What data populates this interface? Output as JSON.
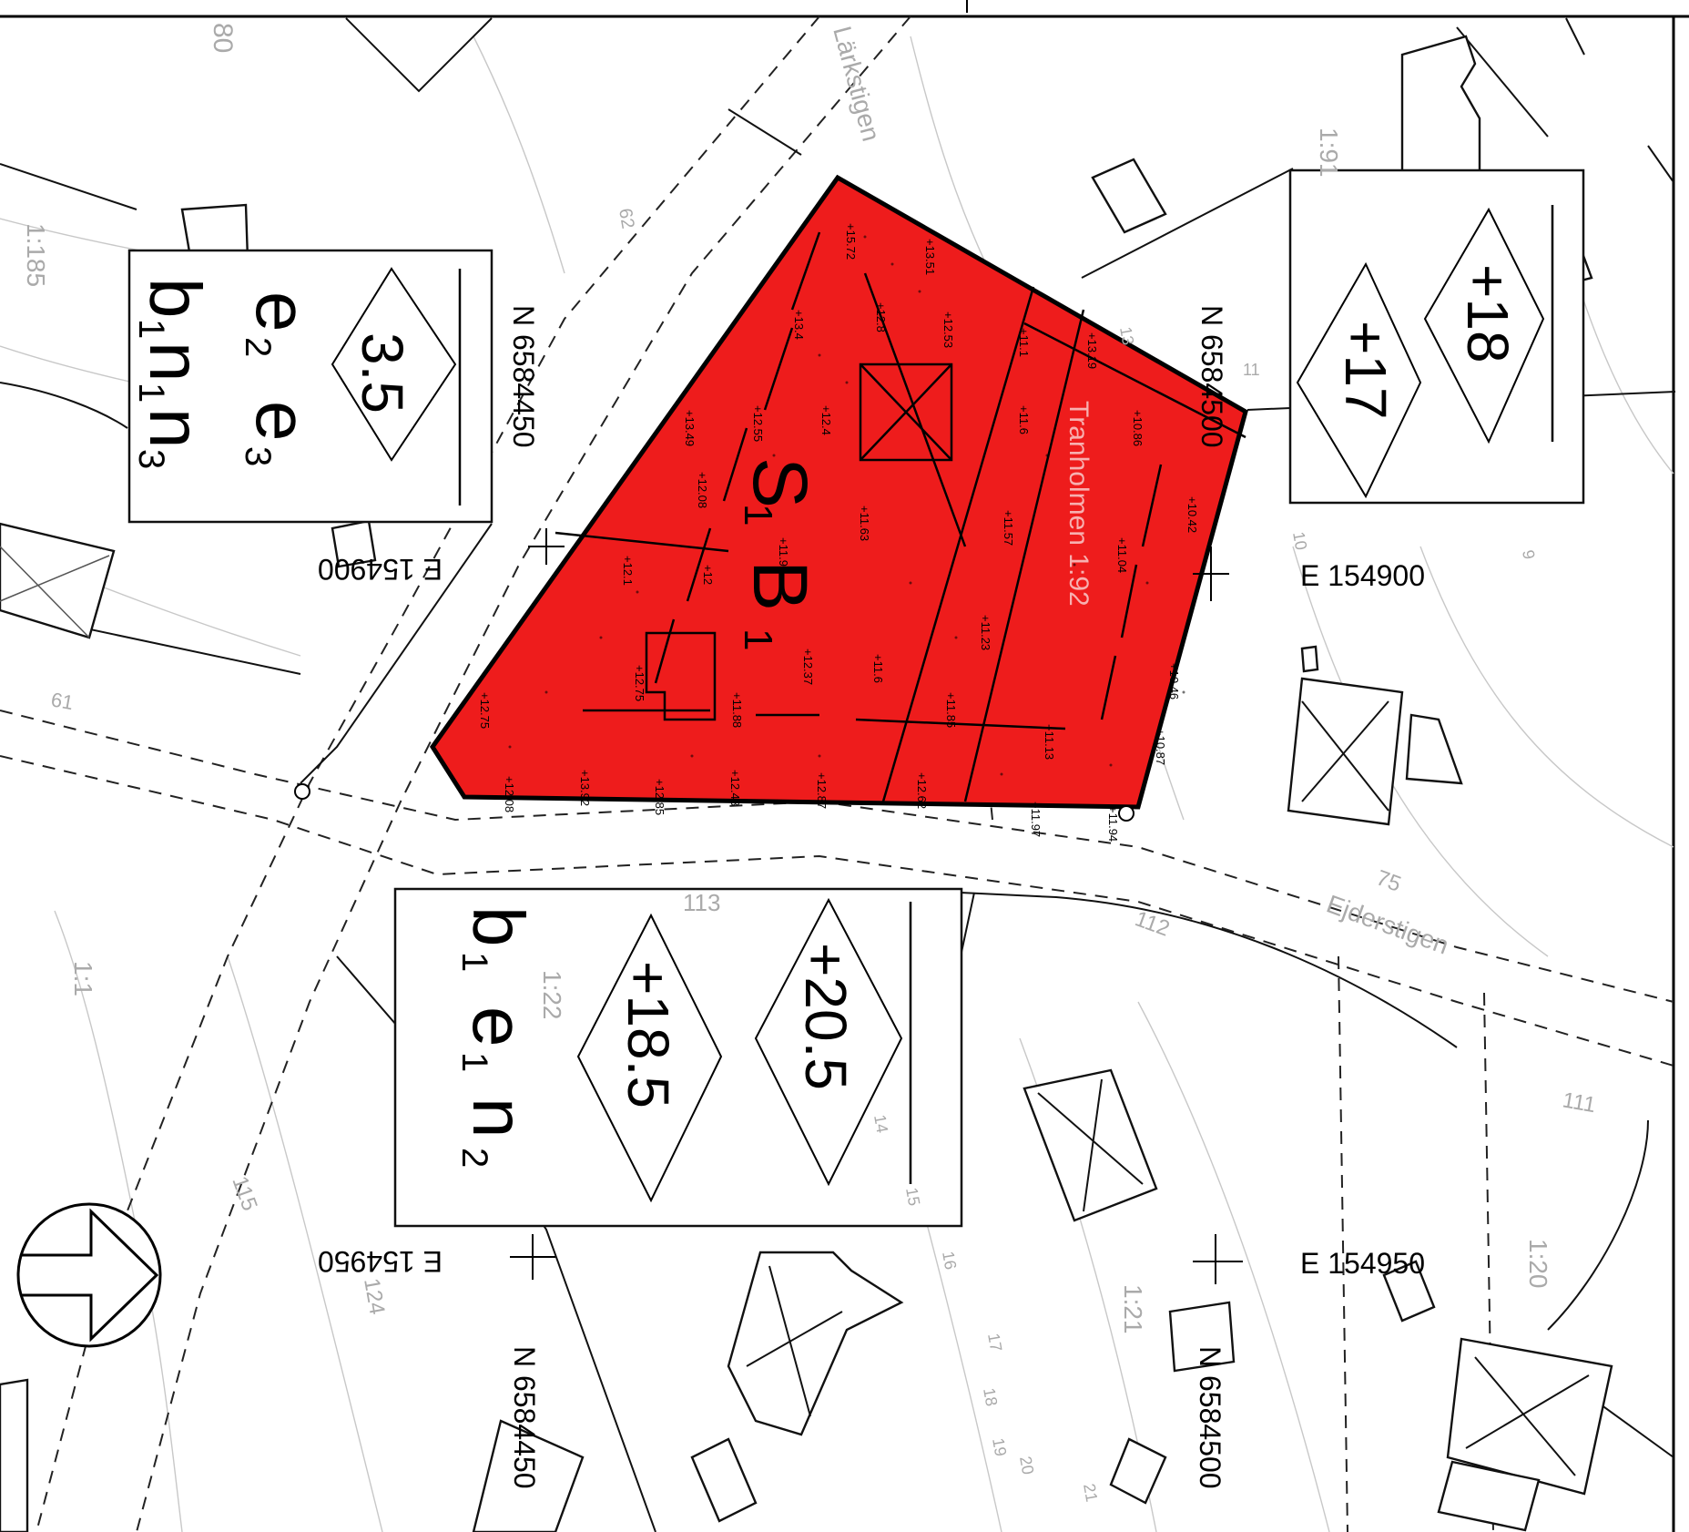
{
  "zone": {
    "label_main": "S",
    "label_sub": "1",
    "label_main2": "B",
    "label_sub2": "1",
    "fill_color": "#ee1c1c"
  },
  "labels": {
    "street_1": "Lärkstigen",
    "street_2": "Ejderstigen",
    "area_name": "Tranholmen 1:92",
    "parcels": [
      "1:185",
      "1:91",
      "1:22",
      "1:1",
      "1:21",
      "1:20"
    ],
    "numbers": [
      "80",
      "62",
      "61",
      "113",
      "75",
      "112",
      "111",
      "115",
      "124",
      "14",
      "15",
      "16",
      "17",
      "18",
      "19",
      "20",
      "21",
      "13",
      "10",
      "11",
      "9"
    ]
  },
  "coordinates": {
    "n_top_left": "N 6584450",
    "n_top_right": "N 6584500",
    "n_bottom_left": "N 6584450",
    "n_bottom_right": "N 6584500",
    "e_mid_left": "E 154900",
    "e_mid_right": "E 154900",
    "e_bottom_left": "E 154950",
    "e_bottom_right": "E 154950"
  },
  "boxes": {
    "left": {
      "line1": "e",
      "line1_sub1": "2",
      "line1_b": "e",
      "line1_sub2": "3",
      "line2": "b",
      "line2_sub1": "1",
      "line2_b": "n",
      "line2_sub2": "1",
      "line2_c": "n",
      "line2_sub3": "3",
      "diamond": "3.5"
    },
    "right": {
      "diamond1": "+17",
      "diamond2": "+18"
    },
    "bottom": {
      "line1": "b",
      "sub1": "1",
      "line1_b": "e",
      "sub2": "1",
      "line1_c": "n",
      "sub3": "2",
      "diamond1": "+18.5",
      "diamond2": "+20.5"
    }
  },
  "elevations": [
    "+15.72",
    "+13.51",
    "+12.8",
    "+12.53",
    "+13.4",
    "+12.55",
    "+12.4",
    "+13.49",
    "+12.08",
    "+11.63",
    "+11.9",
    "+12.1",
    "+12",
    "+12.75",
    "+12.37",
    "+11.6",
    "+11.88",
    "+12.75",
    "+12.08",
    "+13.92",
    "+12.85",
    "+12.43",
    "+12.87",
    "+12.62",
    "+11.57",
    "+11.6",
    "+11.23",
    "+11.85",
    "+11.13",
    "+11.97",
    "+11.94",
    "+10.86",
    "+10.42",
    "+11.04",
    "+10.46",
    "+10.87",
    "+13.19",
    "+11.1"
  ]
}
